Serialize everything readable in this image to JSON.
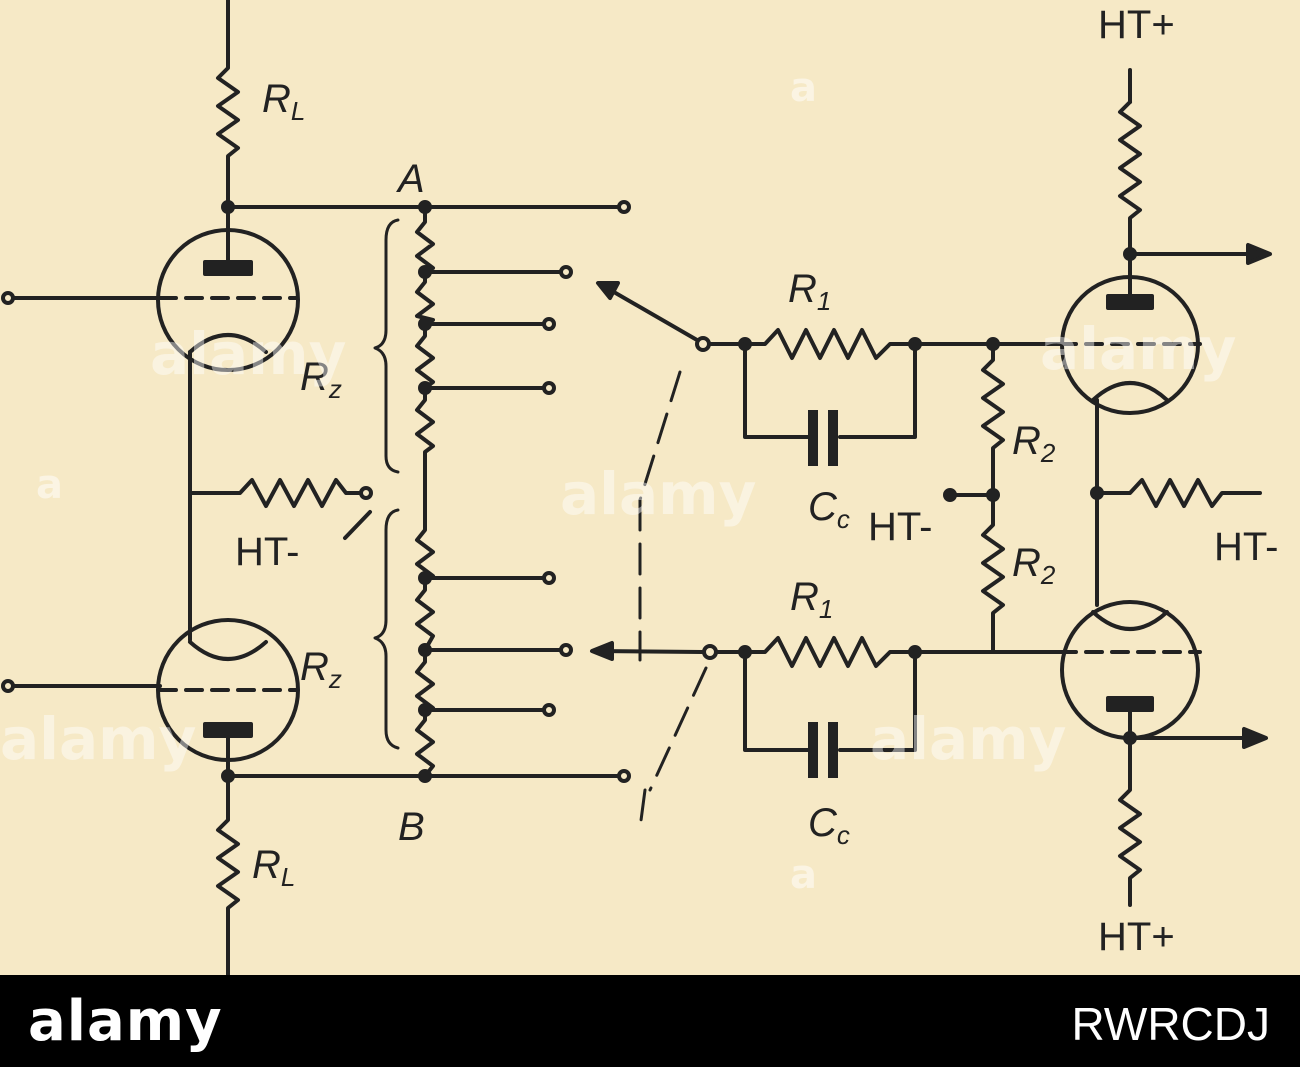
{
  "diagram": {
    "labels": {
      "RL_top": "R",
      "RL_top_sub": "L",
      "RL_bottom": "R",
      "RL_bottom_sub": "L",
      "node_A": "A",
      "node_B": "B",
      "Rz_top": "R",
      "Rz_top_sub": "z",
      "Rz_bottom": "R",
      "Rz_bottom_sub": "z",
      "R1_top": "R",
      "R1_top_sub": "1",
      "R1_bottom": "R",
      "R1_bottom_sub": "1",
      "R2_upper": "R",
      "R2_upper_sub": "2",
      "R2_lower": "R",
      "R2_lower_sub": "2",
      "Cc_top": "C",
      "Cc_top_sub": "c",
      "Cc_bottom": "C",
      "Cc_bottom_sub": "c",
      "ht_plus_top": "HT+",
      "ht_plus_bottom": "HT+",
      "ht_minus_left": "HT-",
      "ht_minus_mid": "HT-",
      "ht_minus_right": "HT-"
    }
  },
  "watermark": {
    "text": "alamy",
    "a_glyph": "a"
  },
  "footer": {
    "logo": "alamy",
    "image_id": "RWRCDJ"
  },
  "colors": {
    "paper": "#f6e9c6",
    "ink": "#222222",
    "footer": "#000000"
  }
}
